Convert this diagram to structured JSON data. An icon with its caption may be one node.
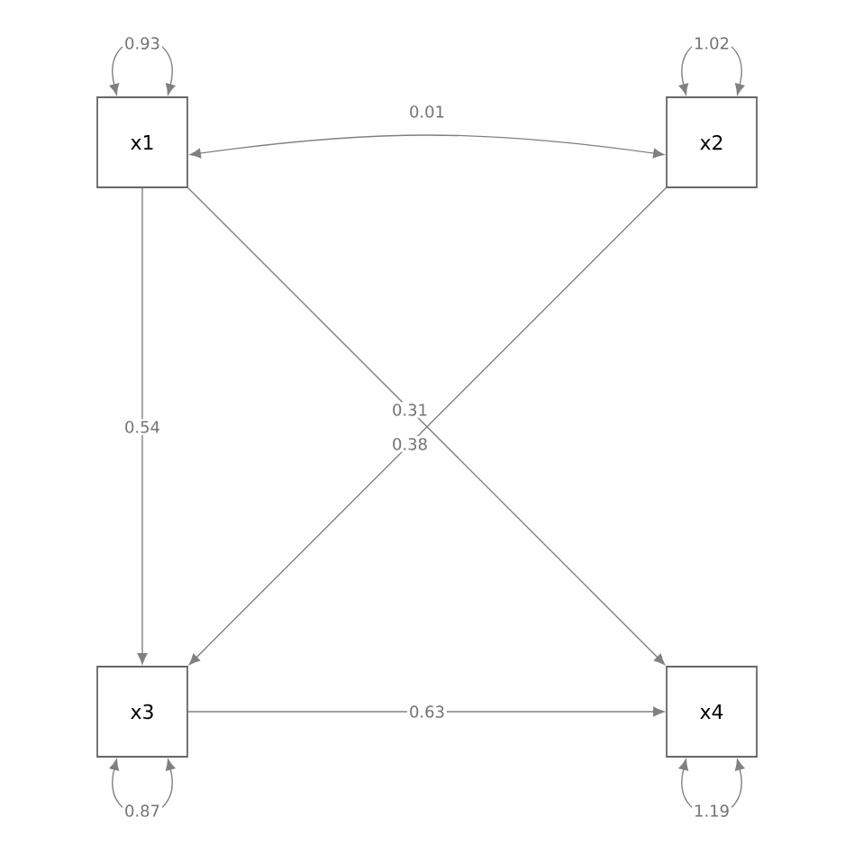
{
  "diagram": {
    "nodes": [
      {
        "text": [
          "x1"
        ]
      },
      {
        "text": [
          "x2"
        ]
      },
      {
        "text": [
          "x3"
        ]
      },
      {
        "text": [
          "x4"
        ]
      }
    ],
    "edges": [
      {
        "from": 0,
        "to": 0,
        "arrow": "both",
        "label": "0.93"
      },
      {
        "from": 1,
        "to": 1,
        "arrow": "both",
        "label": "1.02"
      },
      {
        "from": 0,
        "to": 1,
        "arrow": "both",
        "label": "0.01"
      },
      {
        "from": 0,
        "to": 2,
        "arrow": "to",
        "label": "0.54"
      },
      {
        "from": 0,
        "to": 3,
        "arrow": "to",
        "label": "0.31"
      },
      {
        "from": 1,
        "to": 2,
        "arrow": "to",
        "label": "0.38"
      },
      {
        "from": 2,
        "to": 3,
        "arrow": "to",
        "label": "0.63"
      },
      {
        "from": 2,
        "to": 2,
        "arrow": "both",
        "label": "0.87"
      },
      {
        "from": 3,
        "to": 3,
        "arrow": "both",
        "label": "1.19"
      }
    ]
  }
}
